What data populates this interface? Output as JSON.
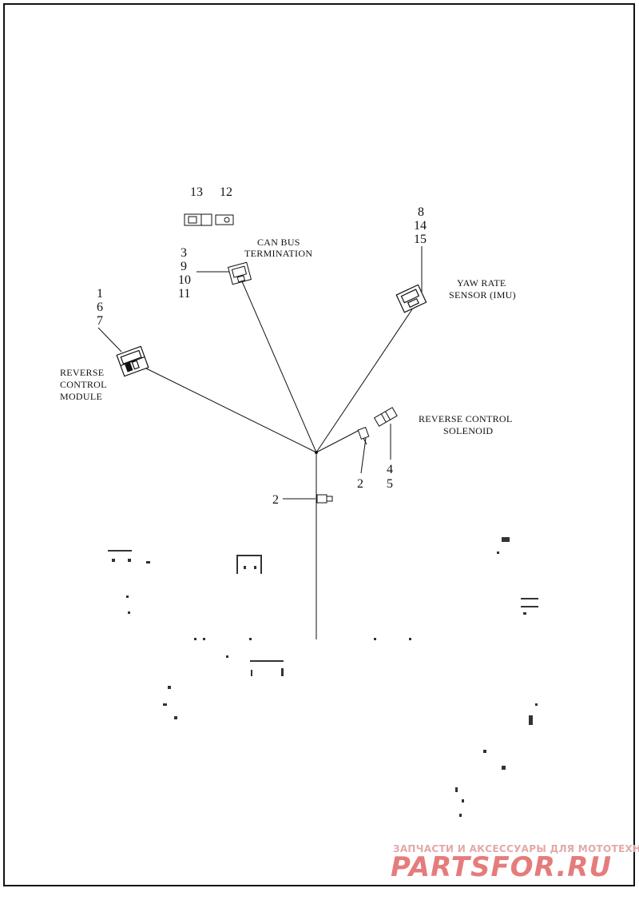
{
  "callouts": {
    "c13": "13",
    "c12": "12",
    "c3": "3",
    "c9": "9",
    "c10": "10",
    "c11": "11",
    "c8": "8",
    "c14": "14",
    "c15": "15",
    "c1": "1",
    "c6": "6",
    "c7": "7",
    "c4": "4",
    "c5": "5",
    "c2a": "2",
    "c2b": "2"
  },
  "labels": {
    "can_bus": [
      "CAN BUS",
      "TERMINATION"
    ],
    "yaw_rate": [
      "YAW RATE",
      "SENSOR (IMU)"
    ],
    "reverse_module": [
      "REVERSE",
      "CONTROL",
      "MODULE"
    ],
    "reverse_solenoid": [
      "REVERSE CONTROL",
      "SOLENOID"
    ]
  },
  "watermark": {
    "small": "ЗАПЧАСТИ И АКСЕССУАРЫ ДЛЯ МОТОТЕХНИКИ",
    "big": "PARTSFOR.RU"
  }
}
